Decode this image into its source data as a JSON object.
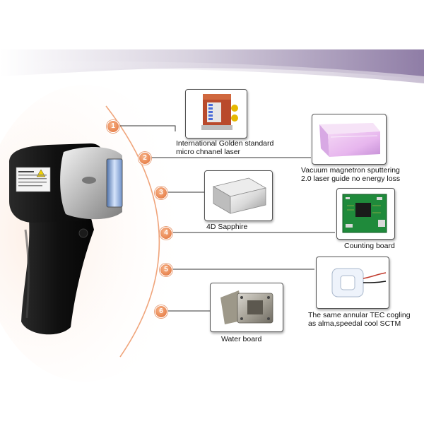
{
  "components": [
    {
      "number": "1",
      "label_lines": [
        "International Golden standard",
        "micro chnanel laser"
      ],
      "image": "laser-bar-module"
    },
    {
      "number": "2",
      "label_lines": [
        "Vacuum magnetron sputtering",
        "2.0 laser guide no energy loss"
      ],
      "image": "pink-crystal-light-guide"
    },
    {
      "number": "3",
      "label_lines": [
        "4D Sapphire"
      ],
      "image": "sapphire-crystal"
    },
    {
      "number": "4",
      "label_lines": [
        "Counting board"
      ],
      "image": "green-circuit-board"
    },
    {
      "number": "5",
      "label_lines": [
        "The same annular TEC cogling",
        "as alma,speedal cool SCTM"
      ],
      "image": "annular-tec-ring"
    },
    {
      "number": "6",
      "label_lines": [
        "Water board"
      ],
      "image": "metal-water-block"
    }
  ],
  "colors": {
    "accent": "#e8844f",
    "banner": "#a99ab8",
    "leader_line": "#333333"
  }
}
